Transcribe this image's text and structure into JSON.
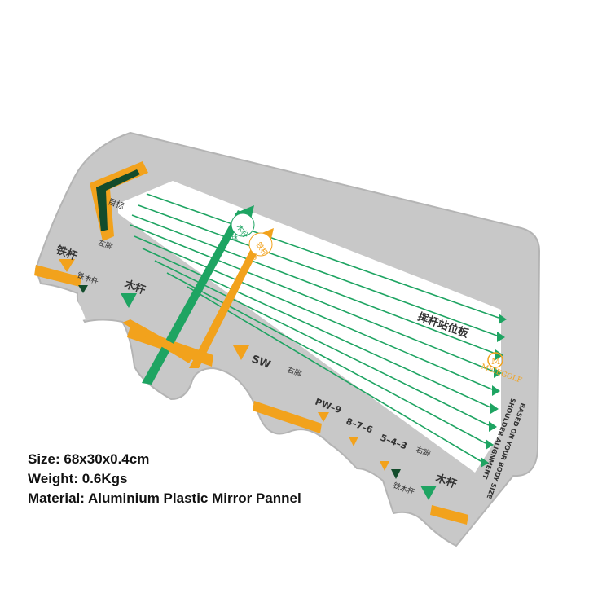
{
  "colors": {
    "board": "#c8c8c8",
    "board_edge": "#b4b4b4",
    "mirror": "#ffffff",
    "green": "#1ea462",
    "orange": "#f2a21c",
    "dark_green": "#134c2c",
    "text_dark": "#333333",
    "background": "#ffffff"
  },
  "board": {
    "corner_label": "目标",
    "left_foot_label": "左脚",
    "right_foot_label_sw": "右脚",
    "right_foot_label_pw": "右脚",
    "title_cn": "挥杆站位板",
    "brand": "MEIEGOLF",
    "brand_logo_letter": "M",
    "alignment_text_1": "SHOULDER ALIGNMENT",
    "alignment_text_2": "BASED ON YOUR BODY SIZE",
    "iron_label_left": "铁杆",
    "iron_wood_label_left": "铁木杆",
    "wood_label_left": "木杆",
    "wood_arrow_label": "木杆",
    "wood_arrow_sub": "球",
    "iron_arrow_label": "铁杆",
    "iron_arrow_sub": "球",
    "sw_label": "SW",
    "pw_label": "PW–9",
    "mid_irons_label": "8–7–6",
    "long_irons_label": "5–4–3",
    "iron_wood_label_right": "铁木杆",
    "wood_label_right": "木杆"
  },
  "specs": {
    "size": "Size: 68x30x0.4cm",
    "weight": "Weight: 0.6Kgs",
    "material": "Material: Aluminium Plastic Mirror Pannel"
  }
}
